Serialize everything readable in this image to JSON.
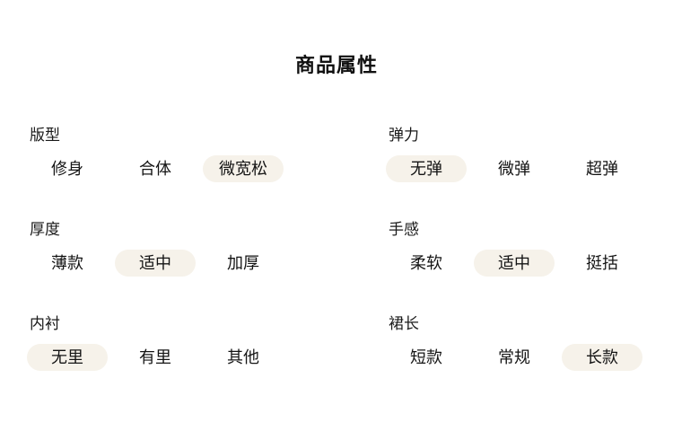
{
  "page": {
    "title": "商品属性"
  },
  "groups": [
    {
      "label": "版型",
      "options": [
        {
          "text": "修身",
          "selected": false
        },
        {
          "text": "合体",
          "selected": false
        },
        {
          "text": "微宽松",
          "selected": true
        }
      ]
    },
    {
      "label": "弹力",
      "options": [
        {
          "text": "无弹",
          "selected": true
        },
        {
          "text": "微弹",
          "selected": false
        },
        {
          "text": "超弹",
          "selected": false
        }
      ]
    },
    {
      "label": "厚度",
      "options": [
        {
          "text": "薄款",
          "selected": false
        },
        {
          "text": "适中",
          "selected": true
        },
        {
          "text": "加厚",
          "selected": false
        }
      ]
    },
    {
      "label": "手感",
      "options": [
        {
          "text": "柔软",
          "selected": false
        },
        {
          "text": "适中",
          "selected": true
        },
        {
          "text": "挺括",
          "selected": false
        }
      ]
    },
    {
      "label": "内衬",
      "options": [
        {
          "text": "无里",
          "selected": true
        },
        {
          "text": "有里",
          "selected": false
        },
        {
          "text": "其他",
          "selected": false
        }
      ]
    },
    {
      "label": "裙长",
      "options": [
        {
          "text": "短款",
          "selected": false
        },
        {
          "text": "常规",
          "selected": false
        },
        {
          "text": "长款",
          "selected": true
        }
      ]
    }
  ],
  "colors": {
    "selected_bg": "#f6f2ea",
    "text": "#141414",
    "title": "#111111"
  }
}
